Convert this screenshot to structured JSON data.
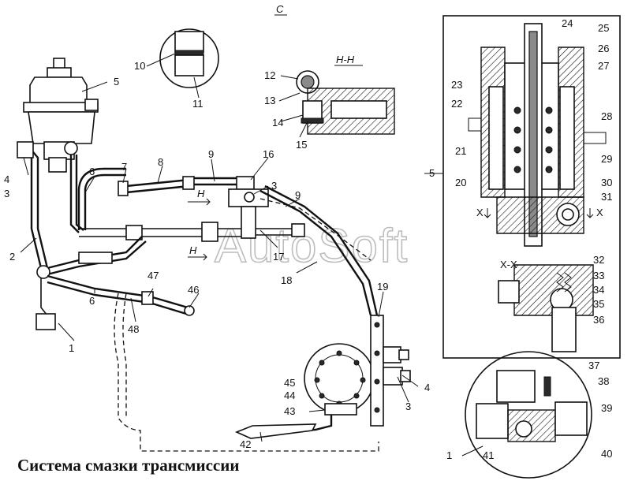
{
  "caption": "Система смазки трансмиссии",
  "watermark": "AutoSoft",
  "section_labels": {
    "view_c": "С",
    "section_hh": "Н-Н",
    "section_xx": "Х-Х",
    "cut_x_left": "Х",
    "cut_x_right": "Х",
    "cut_h_top": "Н",
    "cut_h_bottom": "Н"
  },
  "callouts": {
    "c1a": "1",
    "c1b": "1",
    "c2": "2",
    "c3a": "3",
    "c3b": "3",
    "c3c": "3",
    "c4a": "4",
    "c4b": "4",
    "c5a": "5",
    "c5b": "5",
    "c6a": "6",
    "c6b": "6",
    "c7": "7",
    "c8": "8",
    "c9a": "9",
    "c9b": "9",
    "c10": "10",
    "c11": "11",
    "c12": "12",
    "c13": "13",
    "c14": "14",
    "c15": "15",
    "c16": "16",
    "c17": "17",
    "c18": "18",
    "c19": "19",
    "c20": "20",
    "c21": "21",
    "c22": "22",
    "c23": "23",
    "c24": "24",
    "c25": "25",
    "c26": "26",
    "c27": "27",
    "c28": "28",
    "c29": "29",
    "c30": "30",
    "c31": "31",
    "c32": "32",
    "c33": "33",
    "c34": "34",
    "c35": "35",
    "c36": "36",
    "c37": "37",
    "c38": "38",
    "c39": "39",
    "c40": "40",
    "c41": "41",
    "c42": "42",
    "c43": "43",
    "c44": "44",
    "c45": "45",
    "c46": "46",
    "c47": "47",
    "c48": "48"
  }
}
